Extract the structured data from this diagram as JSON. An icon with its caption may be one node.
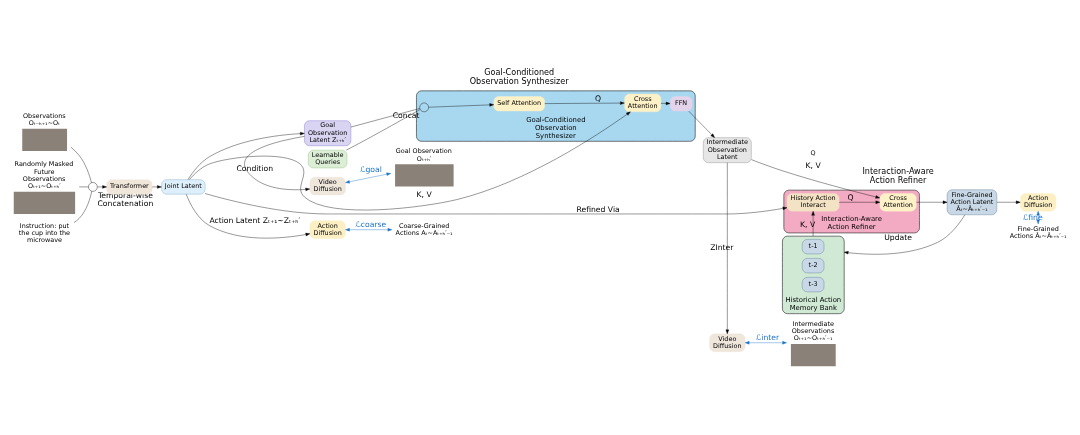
{
  "diagram": {
    "nodes": [
      {
        "text": [
          "Observations Oₜ₋ₕ₊₁~Oₜ"
        ]
      },
      {
        "text": [
          "Randomly Masked Future Observations Oₜ₊₁~Oₜ₊ₕ′"
        ]
      },
      {
        "text": [
          "Instruction: put the cup into the microwave"
        ]
      },
      {
        "text": [],
        "shape": "circle",
        "beside": [
          "Temporal-wise Concatenation"
        ]
      },
      {
        "text": [
          "Transformer"
        ]
      },
      {
        "text": [
          "Joint Latent"
        ]
      },
      {
        "text": [
          "Goal Observation Latent Zₜ₊ₕ′"
        ]
      },
      {
        "text": [
          "Video Diffusion"
        ]
      },
      {
        "text": [
          "Goal Observation Oₜ₊ₕ′"
        ]
      },
      {
        "text": [
          "Learnable Queries"
        ]
      },
      {
        "text": [
          "Goal-Conditioned Observation Synthesizer"
        ]
      },
      {
        "text": [],
        "shape": "circle",
        "in": 10,
        "beside": [
          "Concat"
        ]
      },
      {
        "text": [
          "Self Attention"
        ],
        "in": 10
      },
      {
        "text": [
          "Cross Attention"
        ],
        "in": 10
      },
      {
        "text": [
          "FFN"
        ],
        "in": 10
      },
      {
        "text": [
          "Intermediate Observation Latent"
        ]
      },
      {
        "text": [
          "Video Diffusion"
        ]
      },
      {
        "text": [
          "Intermediate Observations Oₜ₊₁~Oₜ₊ₕ′₋₁"
        ]
      },
      {
        "text": [
          "Interaction-Aware Action Refiner"
        ]
      },
      {
        "text": [
          "History Action Interact"
        ],
        "in": 18
      },
      {
        "text": [
          "Cross Attention"
        ],
        "in": 18
      },
      {
        "text": [
          "Fine-Grained Action Latent Âₜ~Âₜ₊ₕ′₋₁"
        ]
      },
      {
        "text": [
          "Action Diffusion"
        ]
      },
      {
        "text": [
          "Fine-Grained Actions Âₜ~Âₜ₊ₕ′₋₁"
        ]
      },
      {
        "text": [
          "Historical Action Memory Bank"
        ]
      },
      {
        "text": [
          "t-1"
        ],
        "in": 24
      },
      {
        "text": [
          "t-2"
        ],
        "in": 24
      },
      {
        "text": [
          "t-3"
        ],
        "in": 24
      },
      {
        "text": [
          "Action Diffusion"
        ]
      },
      {
        "text": [
          "Coarse-Grained Actions Aₜ~Aₜ₊ₕ′₋₁"
        ]
      }
    ],
    "edges": [
      {
        "from": 0,
        "to": 3,
        "arrow": "none"
      },
      {
        "from": 1,
        "to": 3,
        "arrow": "none"
      },
      {
        "from": 2,
        "to": 3,
        "arrow": "none"
      },
      {
        "from": 3,
        "to": 4,
        "arrow": "to"
      },
      {
        "from": 4,
        "to": 5,
        "arrow": "to"
      },
      {
        "from": 5,
        "to": 6,
        "arrow": "to"
      },
      {
        "from": 6,
        "to": 7,
        "arrow": "to",
        "label": "Condition"
      },
      {
        "from": 7,
        "to": 8,
        "arrow": "both",
        "label": "ℒgoal",
        "color": "#1a73c9"
      },
      {
        "from": 6,
        "to": 11,
        "arrow": "none"
      },
      {
        "from": 9,
        "to": 11,
        "arrow": "none"
      },
      {
        "from": 11,
        "to": 12,
        "arrow": "to"
      },
      {
        "from": 12,
        "to": 13,
        "arrow": "to",
        "label": "Q"
      },
      {
        "from": 5,
        "to": 13,
        "arrow": "to",
        "label": "K, V"
      },
      {
        "from": 13,
        "to": 14,
        "arrow": "to"
      },
      {
        "from": 14,
        "to": 15,
        "arrow": "to"
      },
      {
        "from": 15,
        "to": 16,
        "arrow": "to",
        "label": "ZInter"
      },
      {
        "from": 16,
        "to": 17,
        "arrow": "both",
        "label": "ℒinter",
        "color": "#1a73c9"
      },
      {
        "from": 5,
        "to": 19,
        "arrow": "to",
        "label": "Refined Via"
      },
      {
        "from": 24,
        "to": 19,
        "arrow": "to",
        "label": "K, V"
      },
      {
        "from": 19,
        "to": 20,
        "arrow": "to",
        "label": "Q"
      },
      {
        "from": 15,
        "to": 20,
        "arrow": "to",
        "label": "K, V"
      },
      {
        "from": 20,
        "to": 21,
        "arrow": "to"
      },
      {
        "from": 21,
        "to": 22,
        "arrow": "to"
      },
      {
        "from": 22,
        "to": 23,
        "arrow": "both",
        "label": "ℒfine",
        "color": "#1a73c9"
      },
      {
        "from": 21,
        "to": 24,
        "arrow": "to",
        "label": "Update"
      },
      {
        "from": 5,
        "to": 28,
        "arrow": "to",
        "label": "Action Latent Zₜ₊₁~Zₜ₊ₕ′"
      },
      {
        "from": 28,
        "to": 29,
        "arrow": "both",
        "label": "ℒcoarse",
        "color": "#1a73c9"
      }
    ],
    "labels": [
      "Goal-Conditioned Observation Synthesizer",
      "Interaction-Aware  Action Refiner",
      "Q"
    ]
  }
}
